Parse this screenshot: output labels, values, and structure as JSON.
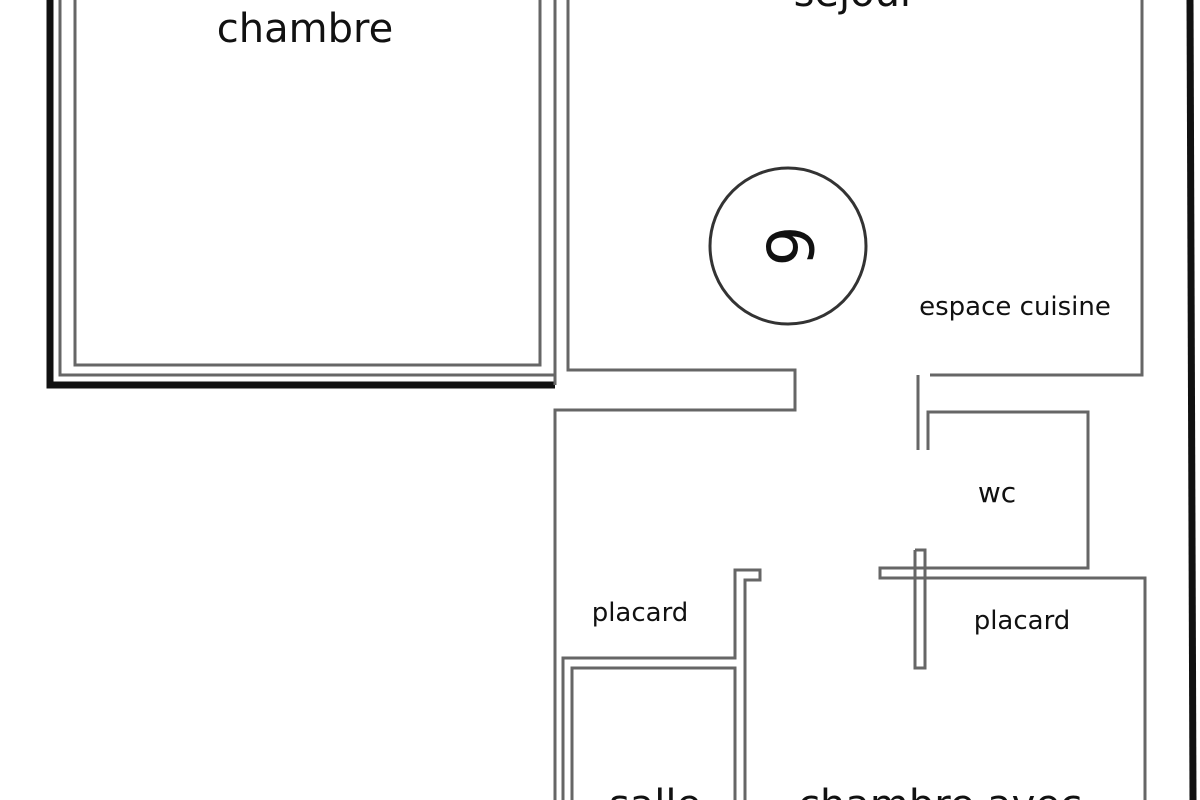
{
  "rooms": {
    "chambre": "chambre",
    "sejour": "séjour",
    "espace_cuisine": "espace cuisine",
    "wc": "wc",
    "placard_left": "placard",
    "placard_right": "placard",
    "salle": "salle",
    "chambre_avec": "chambre avec"
  },
  "marker": {
    "number": "6"
  },
  "colors": {
    "wall": "#555555",
    "outer_wall": "#111111"
  }
}
